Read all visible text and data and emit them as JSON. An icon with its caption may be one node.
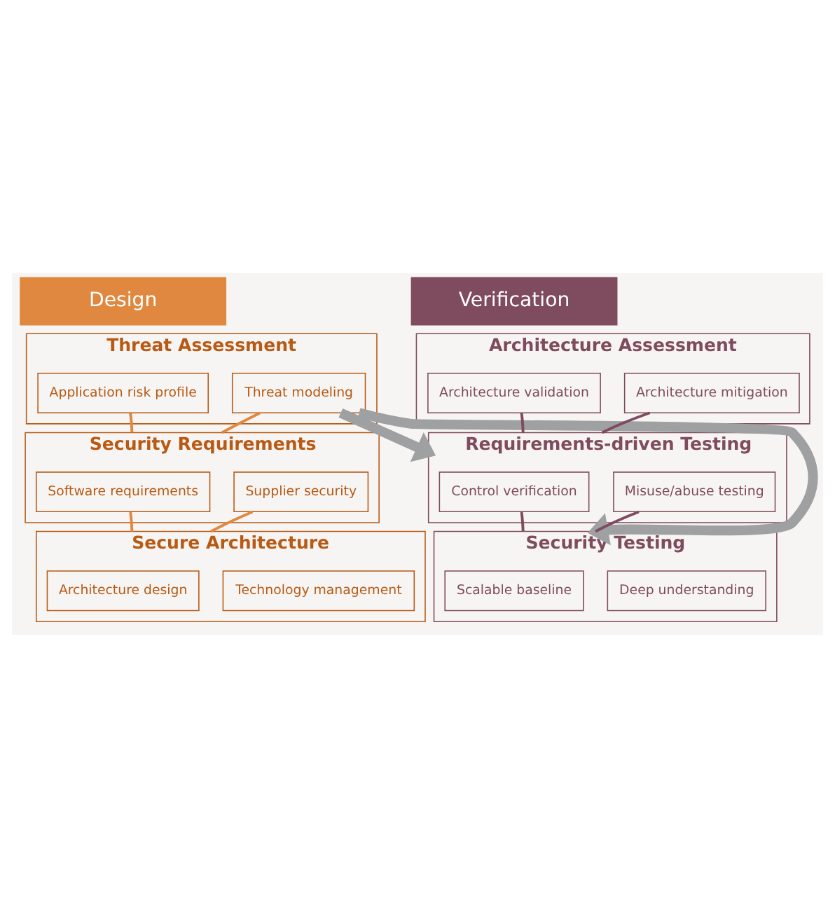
{
  "diagram": {
    "nodes": [
      {
        "text": [
          "Design"
        ]
      },
      {
        "text": [
          "Threat Assessment"
        ]
      },
      {
        "text": [
          "Application risk profile"
        ],
        "in": 1
      },
      {
        "text": [
          "Threat modeling"
        ],
        "in": 1
      },
      {
        "text": [
          "Security Requirements"
        ]
      },
      {
        "text": [
          "Software requirements"
        ],
        "in": 4
      },
      {
        "text": [
          "Supplier security"
        ],
        "in": 4
      },
      {
        "text": [
          "Secure Architecture"
        ]
      },
      {
        "text": [
          "Architecture design"
        ],
        "in": 7
      },
      {
        "text": [
          "Technology management"
        ],
        "in": 7
      },
      {
        "text": [
          "Verification"
        ]
      },
      {
        "text": [
          "Architecture Assessment"
        ]
      },
      {
        "text": [
          "Architecture validation"
        ],
        "in": 11
      },
      {
        "text": [
          "Architecture mitigation"
        ],
        "in": 11
      },
      {
        "text": [
          "Requirements-driven Testing"
        ]
      },
      {
        "text": [
          "Control verification"
        ],
        "in": 14
      },
      {
        "text": [
          "Misuse/abuse testing"
        ],
        "in": 14
      },
      {
        "text": [
          "Security Testing"
        ]
      },
      {
        "text": [
          "Scalable baseline"
        ],
        "in": 17
      },
      {
        "text": [
          "Deep understanding"
        ],
        "in": 17
      }
    ],
    "edges": [
      {
        "from": 2,
        "to": 4,
        "arrow": "none",
        "color": "#e0883f"
      },
      {
        "from": 3,
        "to": 4,
        "arrow": "none",
        "color": "#e0883f"
      },
      {
        "from": 5,
        "to": 7,
        "arrow": "none",
        "color": "#e0883f"
      },
      {
        "from": 6,
        "to": 7,
        "arrow": "none",
        "color": "#e0883f"
      },
      {
        "from": 12,
        "to": 14,
        "arrow": "none",
        "color": "#7f4b5e"
      },
      {
        "from": 13,
        "to": 14,
        "arrow": "none",
        "color": "#7f4b5e"
      },
      {
        "from": 15,
        "to": 17,
        "arrow": "none",
        "color": "#7f4b5e"
      },
      {
        "from": 16,
        "to": 17,
        "arrow": "none",
        "color": "#7f4b5e"
      },
      {
        "from": 3,
        "to": 14,
        "arrow": "to",
        "style": "thick",
        "color": "#9ea0a2"
      },
      {
        "from": 3,
        "to": 17,
        "arrow": "to",
        "style": "thick",
        "color": "#9ea0a2"
      }
    ]
  }
}
